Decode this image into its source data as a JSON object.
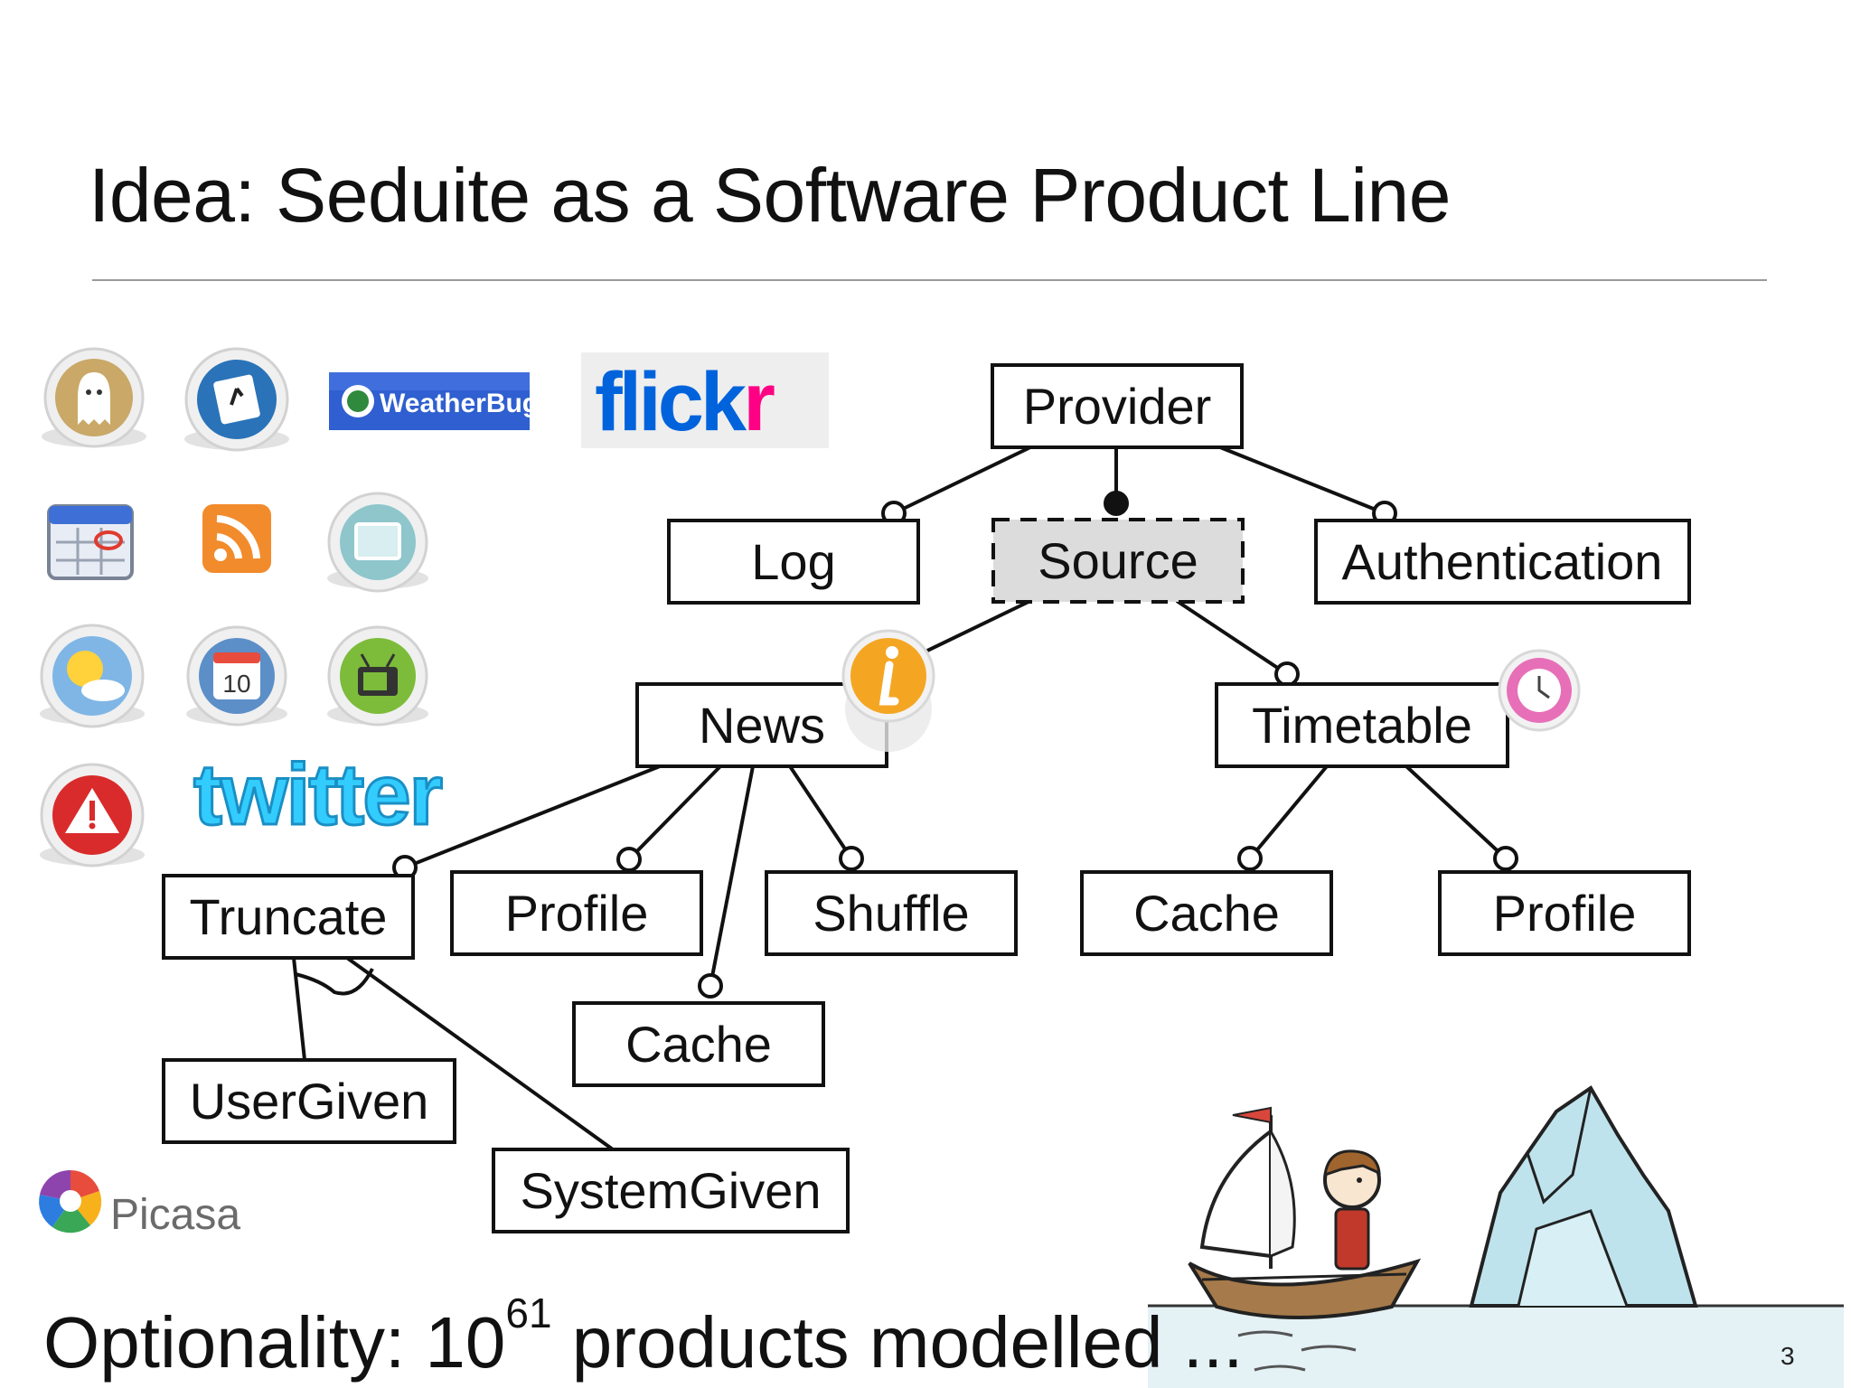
{
  "slide": {
    "title": "Idea: Seduite as a Software Product Line",
    "footer_prefix": "Optionality: 10",
    "footer_exponent": "61",
    "footer_suffix": " products modelled ...",
    "page_number": "3"
  },
  "logos": {
    "weatherbug": "WeatherBug",
    "flickr_blue": "flick",
    "flickr_pink": "r",
    "twitter": "twitter",
    "picasa": "Picasa",
    "calendar_day": "10"
  },
  "feature_model": {
    "provider": "Provider",
    "log": "Log",
    "source": "Source",
    "authentication": "Authentication",
    "news": "News",
    "timetable": "Timetable",
    "truncate": "Truncate",
    "news_profile": "Profile",
    "shuffle": "Shuffle",
    "news_cache": "Cache",
    "timetable_cache": "Cache",
    "timetable_profile": "Profile",
    "user_given": "UserGiven",
    "system_given": "SystemGiven"
  },
  "colors": {
    "flickr_blue": "#0063dc",
    "flickr_pink": "#ff0084",
    "weatherbug_bg": "#2f5fd0",
    "twitter": "#33ccff",
    "abstract_fill": "#dcdcdc"
  }
}
